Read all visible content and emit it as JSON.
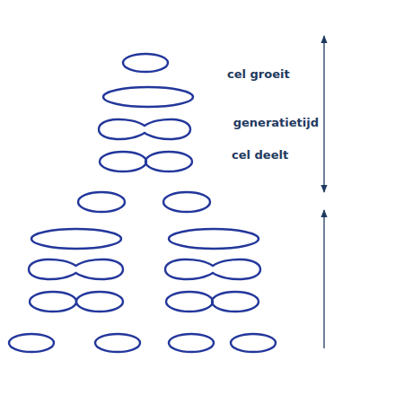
{
  "diagram": {
    "labels": [
      "cel groeit",
      "generatietijd",
      "cel deelt"
    ]
  }
}
